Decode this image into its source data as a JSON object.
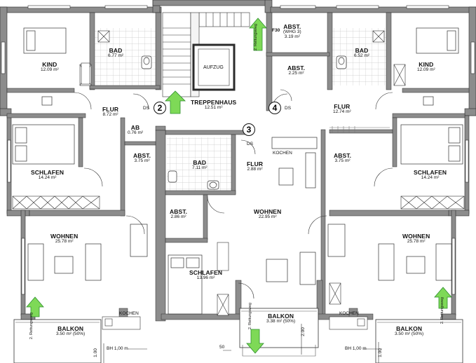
{
  "colors": {
    "wall": "#8c8c8c",
    "wall_edge": "#2b2b2b",
    "tile_grid": "#c8c8c8",
    "arrow_green": "#7ed957",
    "arrow_edge": "#2f8f2f"
  },
  "rooms": {
    "kind_left": {
      "name": "KIND",
      "area": "12.09 m²"
    },
    "bad_left": {
      "name": "BAD",
      "area": "6.77 m²"
    },
    "flur_left": {
      "name": "FLUR",
      "area": "8.72 m²"
    },
    "ab_left": {
      "name": "AB",
      "area": "0.76 m²"
    },
    "abst_left": {
      "name": "ABST.",
      "area": "3.75 m²"
    },
    "schlafen_left": {
      "name": "SCHLAFEN",
      "area": "14.24 m²"
    },
    "wohnen_left": {
      "name": "WOHNEN",
      "area": "25.78 m²"
    },
    "balkon_left": {
      "name": "BALKON",
      "area": "3.50 m² (50%)"
    },
    "treppenhaus": {
      "name": "TREPPENHAUS",
      "area": "12.51 m²"
    },
    "aufzug": {
      "name": "AUFZUG"
    },
    "bad_center": {
      "name": "BAD",
      "area": "7.11 m²"
    },
    "abst_center": {
      "name": "ABST.",
      "area": "2.86 m²"
    },
    "schlafen_center": {
      "name": "SCHLAFEN",
      "area": "13.96 m²"
    },
    "flur_center": {
      "name": "FLUR",
      "area": "2.88 m²"
    },
    "wohnen_center": {
      "name": "WOHNEN",
      "area": "22.95 m²"
    },
    "balkon_center": {
      "name": "BALKON",
      "area": "3.38 m² (50%)"
    },
    "abst_whg3": {
      "name": "ABST.",
      "sub": "(WHG 3)",
      "area": "3.19 m²"
    },
    "abst_right_top": {
      "name": "ABST.",
      "area": "2.25 m²"
    },
    "bad_right": {
      "name": "BAD",
      "area": "6.52 m²"
    },
    "kind_right": {
      "name": "KIND",
      "area": "12.09 m²"
    },
    "flur_right": {
      "name": "FLUR",
      "area": "12.74 m²"
    },
    "abst_right": {
      "name": "ABST.",
      "area": "3.75 m²"
    },
    "schlafen_right": {
      "name": "SCHLAFEN",
      "area": "14.24 m²"
    },
    "wohnen_right": {
      "name": "WOHNEN",
      "area": "25.78 m²"
    },
    "balkon_right": {
      "name": "BALKON",
      "area": "3.50 m² (50%)"
    }
  },
  "labels": {
    "kochen": "KOCHEN",
    "ds": "DS",
    "f30": "F30",
    "rettungsweg": "2. Rettungsweg",
    "bh": "BH 1,00 m",
    "dim_100": "1.00",
    "dim_200": "2.00",
    "dim_50": "50"
  },
  "units": [
    "2",
    "3",
    "4"
  ]
}
